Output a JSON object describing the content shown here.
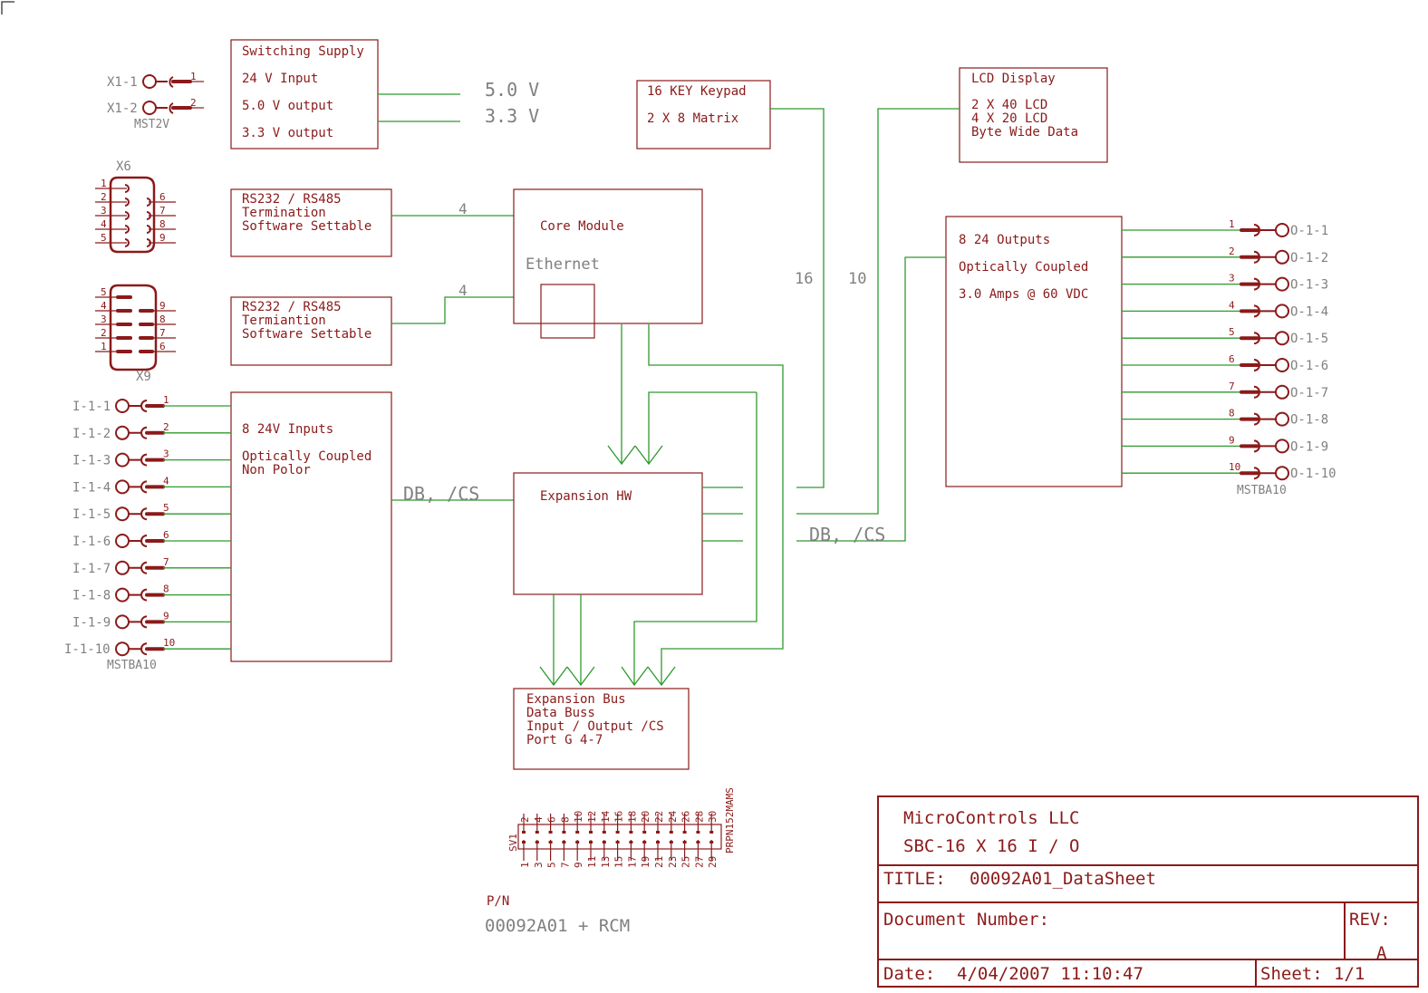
{
  "supply": {
    "title": "Switching Supply",
    "line1": "24 V Input",
    "line2": "5.0 V output",
    "line3": "3.3 V output",
    "out1": "5.0 V",
    "out2": "3.3 V"
  },
  "x1": {
    "pin1": "X1-1",
    "pin2": "X1-2",
    "name": "MST2V",
    "n1": "1",
    "n2": "2"
  },
  "x6": {
    "name": "X6",
    "left": [
      "1",
      "2",
      "3",
      "4",
      "5"
    ],
    "right": [
      "6",
      "7",
      "8",
      "9"
    ]
  },
  "x9": {
    "name": "X9",
    "left": [
      "5",
      "4",
      "3",
      "2",
      "1"
    ],
    "right": [
      "9",
      "8",
      "7",
      "6"
    ]
  },
  "rs1": {
    "l1": "RS232 / RS485",
    "l2": "Termination",
    "l3": "Software Settable",
    "bus": "4"
  },
  "rs2": {
    "l1": "RS232 / RS485",
    "l2": "Termiantion",
    "l3": "Software Settable",
    "bus": "4"
  },
  "core": {
    "title": "Core Module",
    "eth": "Ethernet"
  },
  "keypad": {
    "l1": "16 KEY Keypad",
    "l2": "2 X 8 Matrix",
    "bus": "16"
  },
  "lcd": {
    "title": "LCD Display",
    "l1": "2 X 40 LCD",
    "l2": "4 X 20 LCD",
    "l3": "Byte Wide Data",
    "bus": "10"
  },
  "outputs": {
    "l1": "8 24 Outputs",
    "l2": "Optically Coupled",
    "l3": "3.0 Amps @ 60 VDC",
    "pins": [
      "O-1-1",
      "O-1-2",
      "O-1-3",
      "O-1-4",
      "O-1-5",
      "O-1-6",
      "O-1-7",
      "O-1-8",
      "O-1-9",
      "O-1-10"
    ],
    "nums": [
      "1",
      "2",
      "3",
      "4",
      "5",
      "6",
      "7",
      "8",
      "9",
      "10"
    ],
    "name": "MSTBA10"
  },
  "inputs": {
    "l1": "8 24V Inputs",
    "l2": "Optically Coupled",
    "l3": "Non Polor",
    "pins": [
      "I-1-1",
      "I-1-2",
      "I-1-3",
      "I-1-4",
      "I-1-5",
      "I-1-6",
      "I-1-7",
      "I-1-8",
      "I-1-9",
      "I-1-10"
    ],
    "nums": [
      "1",
      "2",
      "3",
      "4",
      "5",
      "6",
      "7",
      "8",
      "9",
      "10"
    ],
    "name": "MSTBA10"
  },
  "bus_in": "DB, /CS",
  "bus_out": "DB, /CS",
  "expansion": {
    "title": "Expansion HW"
  },
  "expbus": {
    "l1": "Expansion Bus",
    "l2": "Data Buss",
    "l3": "Input / Output /CS",
    "l4": "Port G  4-7"
  },
  "header": {
    "name": "SV1",
    "part": "PRPN152MAMS",
    "top": [
      "2",
      "4",
      "6",
      "8",
      "10",
      "12",
      "14",
      "16",
      "18",
      "20",
      "22",
      "24",
      "26",
      "28",
      "30"
    ],
    "bottom": [
      "1",
      "3",
      "5",
      "7",
      "9",
      "11",
      "13",
      "15",
      "17",
      "19",
      "21",
      "23",
      "25",
      "27",
      "29"
    ]
  },
  "pn": {
    "label": "P/N",
    "value": "00092A01 + RCM"
  },
  "titleblock": {
    "company": "MicroControls  LLC",
    "product": "SBC-16 X 16 I / O",
    "title_label": "TITLE:",
    "title": "00092A01_DataSheet",
    "docnum_label": "Document Number:",
    "rev_label": "REV:",
    "rev": "A",
    "date_label": "Date:",
    "date": "4/04/2007 11:10:47",
    "sheet_label": "Sheet:",
    "sheet": "1/1"
  },
  "colors": {
    "symbol": "#8b1a1a",
    "wire": "#2e9a2e",
    "label": "#808080"
  }
}
